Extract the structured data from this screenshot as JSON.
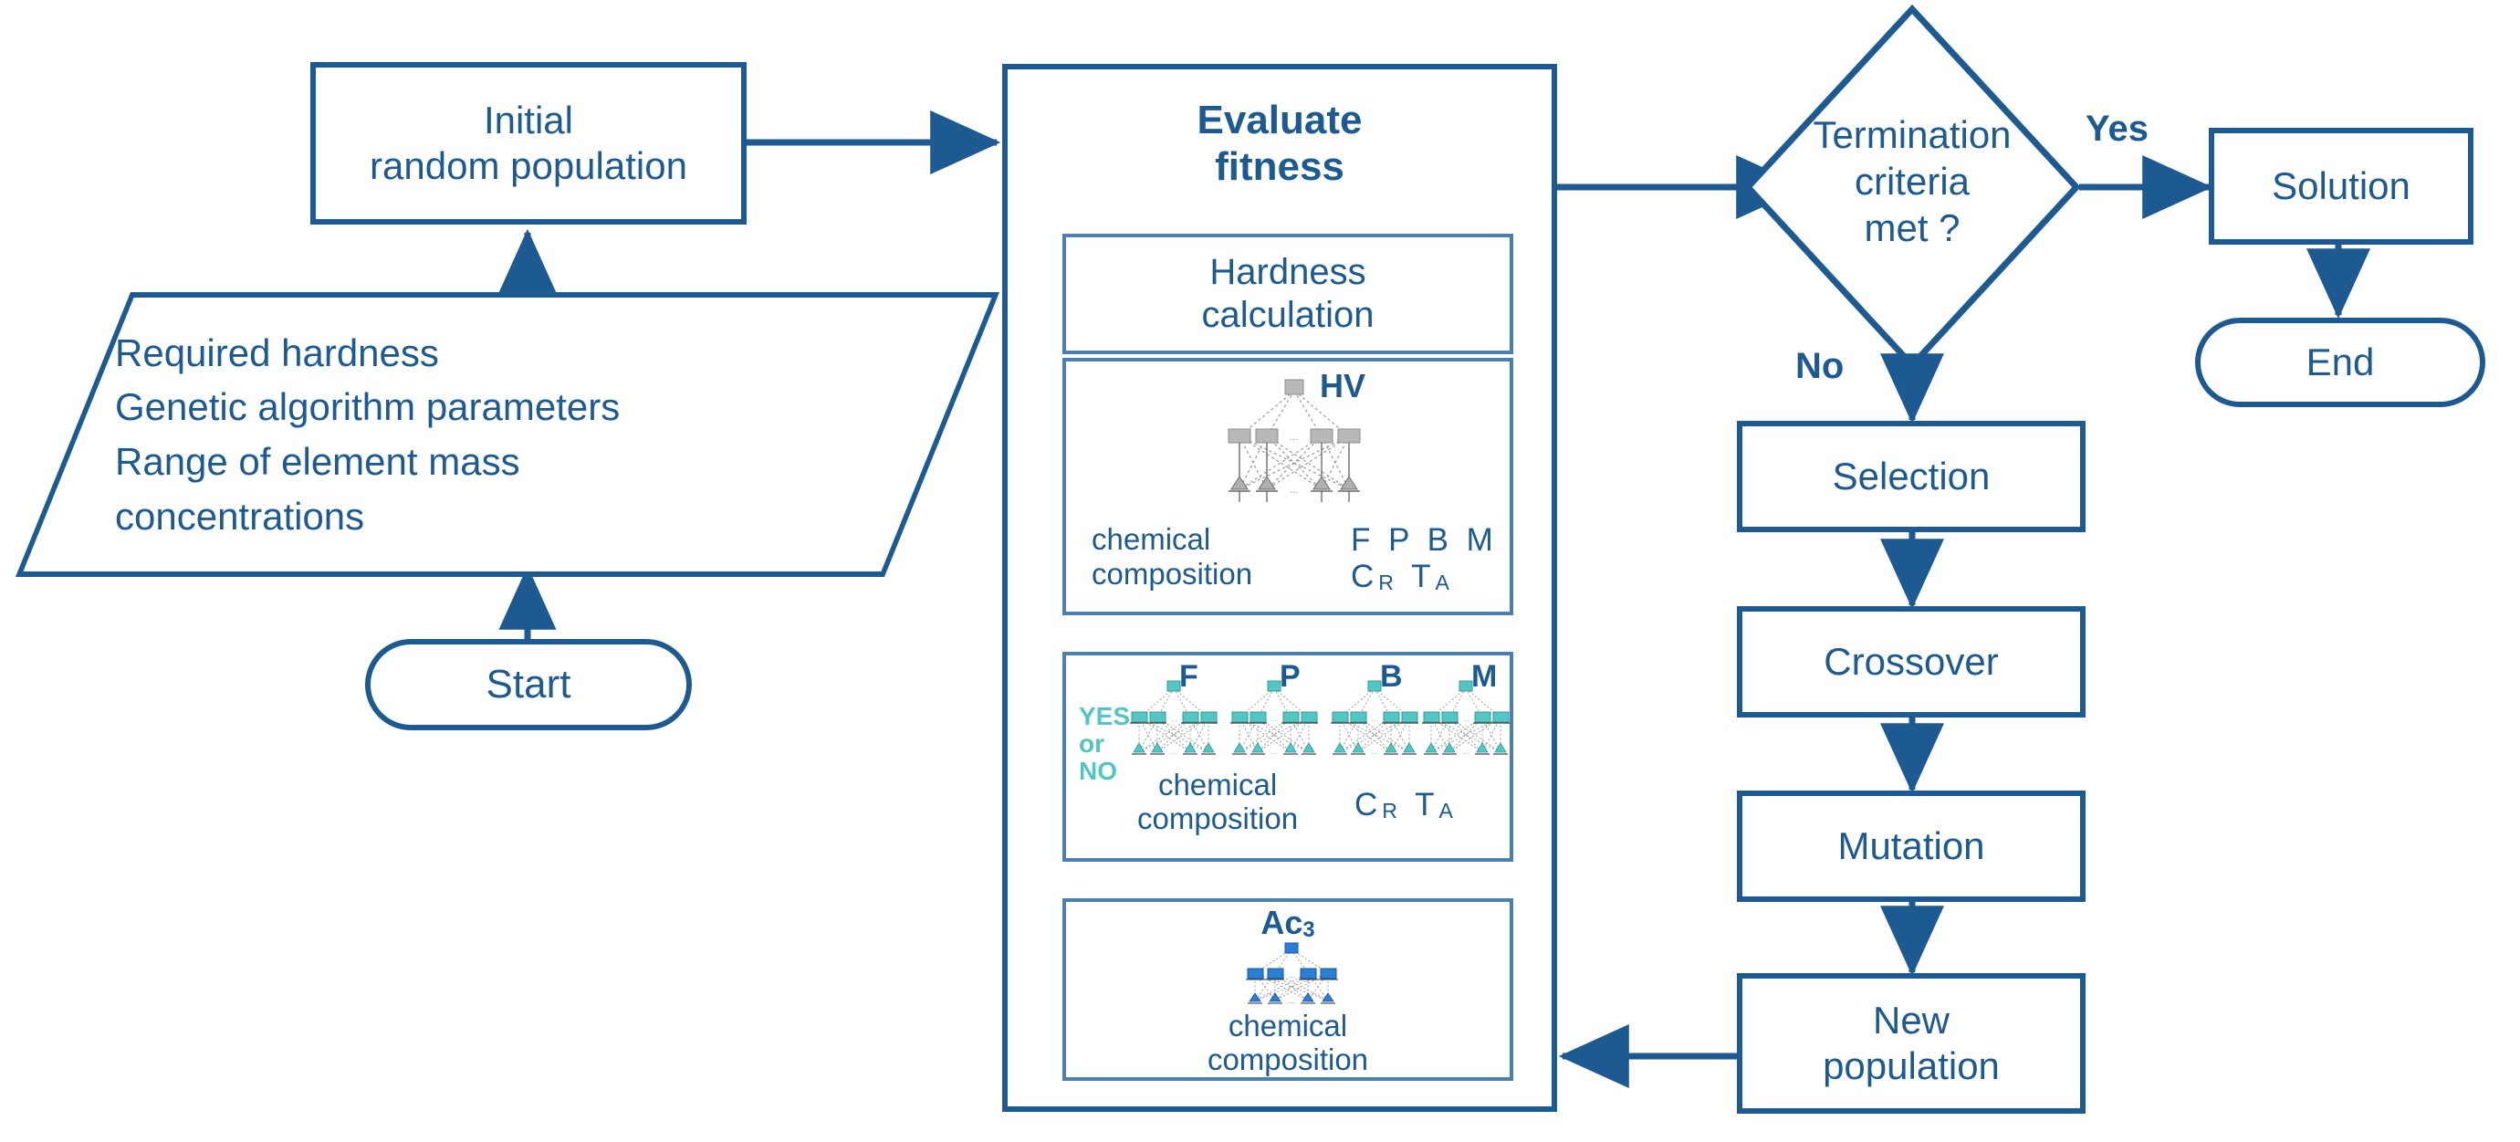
{
  "colors": {
    "line": "#1d5a91",
    "line_light": "#4a7fb0",
    "text": "#1d5a91",
    "teal": "#53c6c4",
    "gray": "#8d8d8d",
    "blue_node": "#2a7fd4",
    "background": "#ffffff"
  },
  "nodes": {
    "start": {
      "label": "Start",
      "shape": "stadium"
    },
    "inputs": {
      "shape": "parallelogram",
      "lines": [
        "Required hardness",
        "Genetic algorithm parameters",
        "Range of element mass",
        "concentrations"
      ]
    },
    "initial_population": {
      "label": "Initial\nrandom population",
      "shape": "rectangle"
    },
    "evaluate_fitness": {
      "title": "Evaluate\nfitness",
      "shape": "container"
    },
    "hardness_calculation": {
      "label": "Hardness\ncalculation",
      "shape": "rectangle"
    },
    "hv_panel": {
      "output_label": "HV",
      "input_caption_line1": "chemical",
      "input_caption_line2": "composition",
      "feature_row1": [
        "F",
        "P",
        "B",
        "M"
      ],
      "feature_row2": [
        "CR",
        "TA"
      ],
      "feature_row2_display": [
        "C",
        "R",
        "T",
        "A"
      ],
      "network_color": "#8d8d8d"
    },
    "fpbm_panel": {
      "output_labels": [
        "F",
        "P",
        "B",
        "M"
      ],
      "left_caption": "YES\nor\nNO",
      "input_caption_line1": "chemical",
      "input_caption_line2": "composition",
      "feature_row2_display": [
        "C",
        "R",
        "T",
        "A"
      ],
      "network_color": "#53c6c4"
    },
    "ac3_panel": {
      "output_label_main": "Ac",
      "output_label_sub": "3",
      "input_caption_line1": "chemical",
      "input_caption_line2": "composition",
      "network_color": "#2a7fd4"
    },
    "termination": {
      "label": "Termination\ncriteria\nmet ?",
      "shape": "diamond"
    },
    "solution": {
      "label": "Solution",
      "shape": "rectangle"
    },
    "end": {
      "label": "End",
      "shape": "stadium"
    },
    "selection": {
      "label": "Selection",
      "shape": "rectangle"
    },
    "crossover": {
      "label": "Crossover",
      "shape": "rectangle"
    },
    "mutation": {
      "label": "Mutation",
      "shape": "rectangle"
    },
    "new_population": {
      "label": "New\npopulation",
      "shape": "rectangle"
    }
  },
  "edge_labels": {
    "yes": "Yes",
    "no": "No"
  }
}
